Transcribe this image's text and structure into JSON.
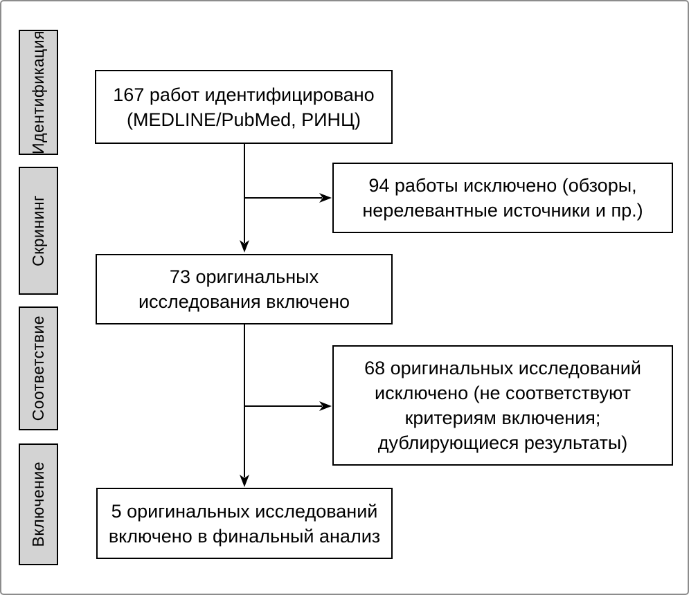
{
  "stages": [
    {
      "label": "Идентификация"
    },
    {
      "label": "Скрининг"
    },
    {
      "label": "Соответствие"
    },
    {
      "label": "Включение"
    }
  ],
  "boxes": {
    "identified": {
      "lines": [
        "167 работ идентифицировано",
        "(MEDLINE/PubMed, РИНЦ)"
      ]
    },
    "excluded_screening": {
      "lines": [
        "94 работы исключено (обзоры,",
        "нерелевантные источники и пр.)"
      ]
    },
    "included_screening": {
      "lines": [
        "73 оригинальных",
        "исследования включено"
      ]
    },
    "excluded_eligibility": {
      "lines": [
        "68 оригинальных исследований",
        "исключено (не соответствуют",
        "критериям включения;",
        "дублирующиеся результаты)"
      ]
    },
    "final_included": {
      "lines": [
        "5 оригинальных исследований",
        "включено в финальный анализ"
      ]
    }
  },
  "colors": {
    "stage_fill": "#d3d3d3",
    "box_border": "#000000",
    "text": "#000000",
    "frame_border": "#8c8c8c",
    "background": "#ffffff"
  }
}
